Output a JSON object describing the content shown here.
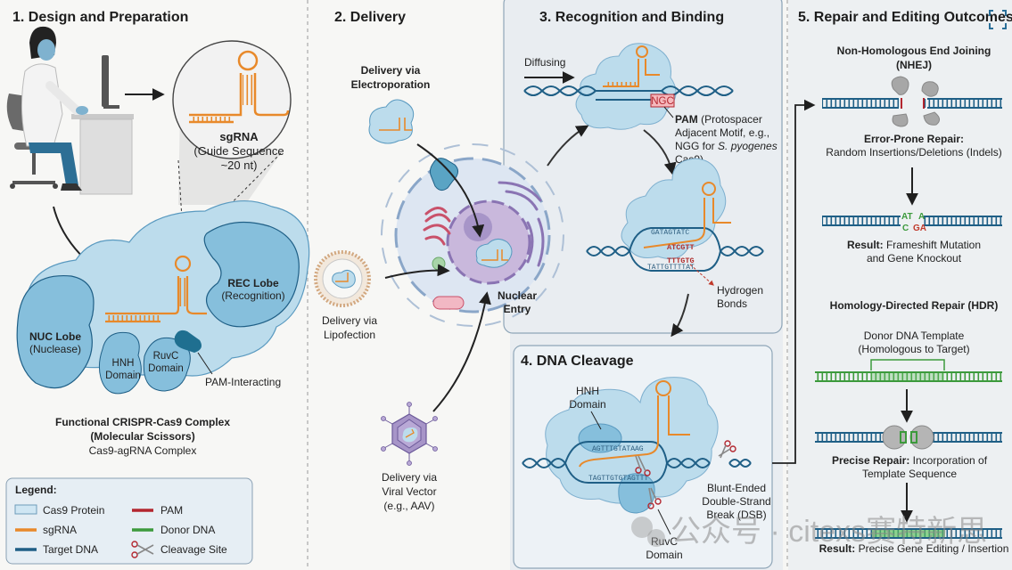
{
  "colors": {
    "cas9_fill": "#bcdcec",
    "cas9_stroke": "#5a9ac0",
    "lobe_fill": "#86bfdc",
    "sgrna": "#e8892a",
    "target_dna": "#1f5f86",
    "pam": "#b3262f",
    "donor_dna": "#3c9a3c",
    "panel_bg": "#e9edf1",
    "cell_fill": "#dde6f2",
    "nucleus_fill": "#c9b8dc"
  },
  "panel1": {
    "title": "1. Design and Preparation",
    "sgrna_label": "sgRNA",
    "sgrna_sub1": "(Guide Sequence",
    "sgrna_sub2": "~20 nt)",
    "rec_lobe": "REC Lobe",
    "rec_sub": "(Recognition)",
    "nuc_lobe": "NUC Lobe",
    "nuc_sub": "(Nuclease)",
    "hnh1": "HNH",
    "hnh2": "Domain",
    "ruvc1": "RuvC",
    "ruvc2": "Domain",
    "pam_interacting": "PAM-Interacting",
    "caption1": "Functional CRISPR-Cas9 Complex",
    "caption2": "(Molecular Scissors)",
    "caption3": "Cas9-agRNA Complex"
  },
  "legend": {
    "title": "Legend:",
    "items": [
      {
        "label": "Cas9 Protein",
        "kind": "box",
        "color": "#cfe6f3"
      },
      {
        "label": "PAM",
        "kind": "line",
        "color": "#b3262f"
      },
      {
        "label": "sgRNA",
        "kind": "line",
        "color": "#e8892a"
      },
      {
        "label": "Donor DNA",
        "kind": "line",
        "color": "#3c9a3c"
      },
      {
        "label": "Target DNA",
        "kind": "line",
        "color": "#1f5f86"
      },
      {
        "label": "Cleavage Site",
        "kind": "scissors",
        "color": "#b3262f"
      }
    ]
  },
  "panel2": {
    "title": "2. Delivery",
    "electro1": "Delivery via",
    "electro2": "Electroporation",
    "lipo1": "Delivery via",
    "lipo2": "Lipofection",
    "viral1": "Delivery via",
    "viral2": "Viral Vector",
    "viral3": "(e.g., AAV)",
    "nuclear1": "Nuclear",
    "nuclear2": "Entry"
  },
  "panel3": {
    "title": "3. Recognition and Binding",
    "diffusing": "Diffusing",
    "ngc": "NGC",
    "pam_bold": "PAM",
    "pam_rest1": " (Protospacer",
    "pam_rest2": "Adjacent Motif, e.g.,",
    "pam_rest3a": "NGG for ",
    "pam_rest3b": "S. pyogenes",
    "pam_rest4": "Cas9)",
    "seq_top": "GATAGTATC",
    "seq_mid1": "ATCGTT",
    "seq_mid2": "TTTGTG",
    "seq_bot": "TATTGTTTTAT",
    "hbond1": "Hydrogen",
    "hbond2": "Bonds"
  },
  "panel4": {
    "title": "4. DNA Cleavage",
    "hnh1": "HNH",
    "hnh2": "Domain",
    "seq_top": "AGTTTGTATAAG",
    "seq_bot": "TAGTTGTGTAGTTT",
    "ruvc1": "RuvC",
    "ruvc2": "Domain",
    "dsb1": "Blunt-Ended",
    "dsb2": "Double-Strand",
    "dsb3": "Break (DSB)"
  },
  "panel5": {
    "title": "5. Repair and Editing Outcomes",
    "nhej1": "Non-Homologous End Joining",
    "nhej2": "(NHEJ)",
    "error_bold": "Error-Prone Repair:",
    "error_rest": "Random Insertions/Deletions (Indels)",
    "indel_top1": "AT",
    "indel_top2": "A",
    "indel_bot1": "C",
    "indel_bot2": "GA",
    "result1_bold": "Result:",
    "result1_rest": " Frameshift Mutation",
    "result1_line2": "and Gene Knockout",
    "hdr": "Homology-Directed Repair (HDR)",
    "donor1": "Donor DNA Template",
    "donor2": "(Homologous to Target)",
    "precise_bold": "Precise Repair:",
    "precise_rest": " Incorporation of",
    "precise_line2": "Template Sequence",
    "result2_bold": "Result:",
    "result2_rest": " Precise Gene Editing / Insertion"
  },
  "watermark": {
    "text": "公众号 · citexs赛特新思"
  }
}
